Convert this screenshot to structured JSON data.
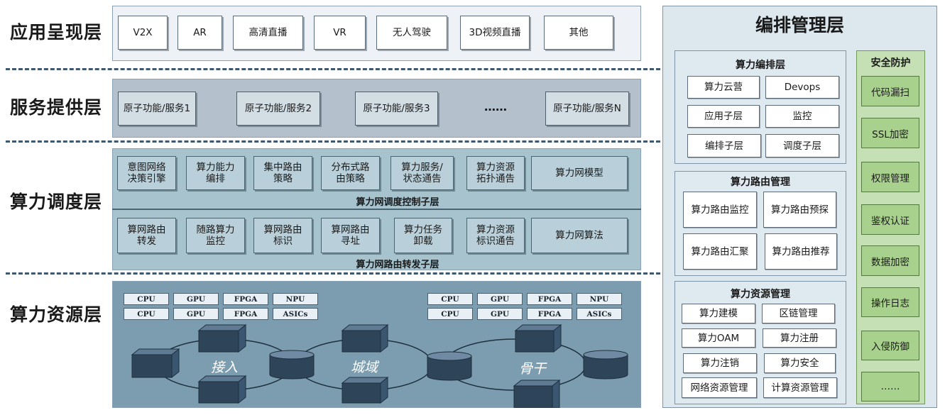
{
  "layers": {
    "app": "应用呈现层",
    "service": "服务提供层",
    "schedule": "算力调度层",
    "resource": "算力资源层"
  },
  "app_items": [
    "V2X",
    "AR",
    "高清直播",
    "VR",
    "无人驾驶",
    "3D视频直播",
    "其他"
  ],
  "service_items": [
    "原子功能/服务1",
    "原子功能/服务2",
    "原子功能/服务3",
    "……",
    "原子功能/服务N"
  ],
  "control_sub": {
    "items": [
      "意图网络\n决策引擎",
      "算力能力\n编排",
      "集中路由\n策略",
      "分布式路\n由策略",
      "算力服务/\n状态通告",
      "算力资源\n拓扑通告",
      "算力网模型"
    ],
    "title": "算力网调度控制子层"
  },
  "forward_sub": {
    "items": [
      "算网路由\n转发",
      "随路算力\n监控",
      "算网路由\n标识",
      "算网路由\n寻址",
      "算力任务\n卸载",
      "算力资源\n标识通告",
      "算力网算法"
    ],
    "title": "算力网路由转发子层"
  },
  "chips_left": [
    "CPU",
    "GPU",
    "FPGA",
    "NPU",
    "CPU",
    "GPU",
    "FPGA",
    "ASICs"
  ],
  "chips_right": [
    "CPU",
    "GPU",
    "FPGA",
    "NPU",
    "CPU",
    "GPU",
    "FPGA",
    "ASICs"
  ],
  "network_labels": [
    "接入",
    "城域",
    "骨干"
  ],
  "orchestration": {
    "title": "编排管理层",
    "compute_orch": {
      "title": "算力编排层",
      "items": [
        "算力云营",
        "Devops",
        "应用子层",
        "监控",
        "编排子层",
        "调度子层"
      ]
    },
    "routing_mgmt": {
      "title": "算力路由管理",
      "items": [
        "算力路由监控",
        "算力路由预探",
        "算力路由汇聚",
        "算力路由推荐"
      ]
    },
    "resource_mgmt": {
      "title": "算力资源管理",
      "items": [
        "算力建模",
        "区链管理",
        "算力OAM",
        "算力注册",
        "算力注销",
        "算力安全",
        "网络资源管理",
        "计算资源管理"
      ]
    },
    "security": {
      "title": "安全防护",
      "items": [
        "代码漏扫",
        "SSL加密",
        "权限管理",
        "鉴权认证",
        "数据加密",
        "操作日志",
        "入侵防御",
        "……"
      ]
    }
  },
  "colors": {
    "app_band": "#eef2f6",
    "service_band": "#b4c1cc",
    "schedule_band": "#a6c3ce",
    "resource_band": "#7c9daf",
    "right_panel": "#dce7ee",
    "security_green": "#a9d18e",
    "dash": "#3e5870"
  }
}
